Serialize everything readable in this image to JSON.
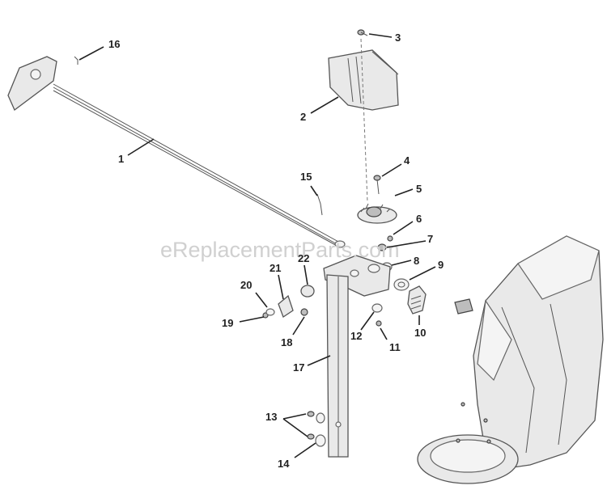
{
  "watermark": "eReplacementParts.com",
  "callouts": [
    "1",
    "2",
    "3",
    "4",
    "5",
    "6",
    "7",
    "8",
    "9",
    "10",
    "11",
    "12",
    "13",
    "14",
    "15",
    "16",
    "17",
    "18",
    "19",
    "20",
    "21",
    "22"
  ]
}
